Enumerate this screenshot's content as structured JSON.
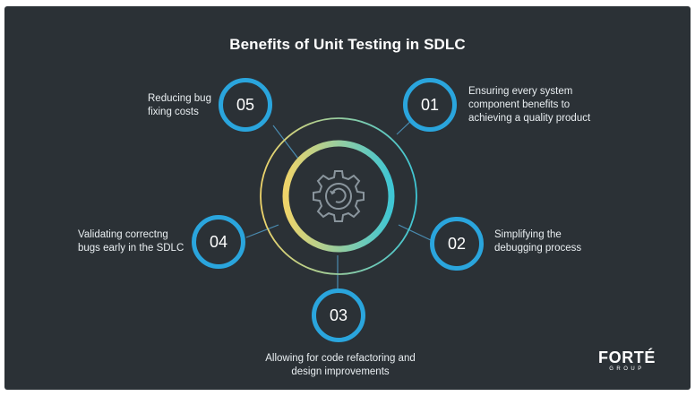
{
  "title": "Benefits of Unit Testing in SDLC",
  "benefits": [
    {
      "number": "01",
      "text": "Ensuring every system component benefits to achieving a quality product"
    },
    {
      "number": "02",
      "text": "Simplifying the debugging process"
    },
    {
      "number": "03",
      "text": "Allowing for code refactoring and design improvements"
    },
    {
      "number": "04",
      "text": "Validating correctng bugs early in the SDLC"
    },
    {
      "number": "05",
      "text": "Reducing bug fixing costs"
    }
  ],
  "center_icon": "gear-icon",
  "logo": {
    "name": "FORTÉ",
    "sub": "GROUP"
  },
  "colors": {
    "background": "#2b3136",
    "accent_blue": "#2aa5dd",
    "gradient_yellow": "#efd46a",
    "gradient_teal": "#3fc6d4",
    "line": "#4a8bb0"
  }
}
